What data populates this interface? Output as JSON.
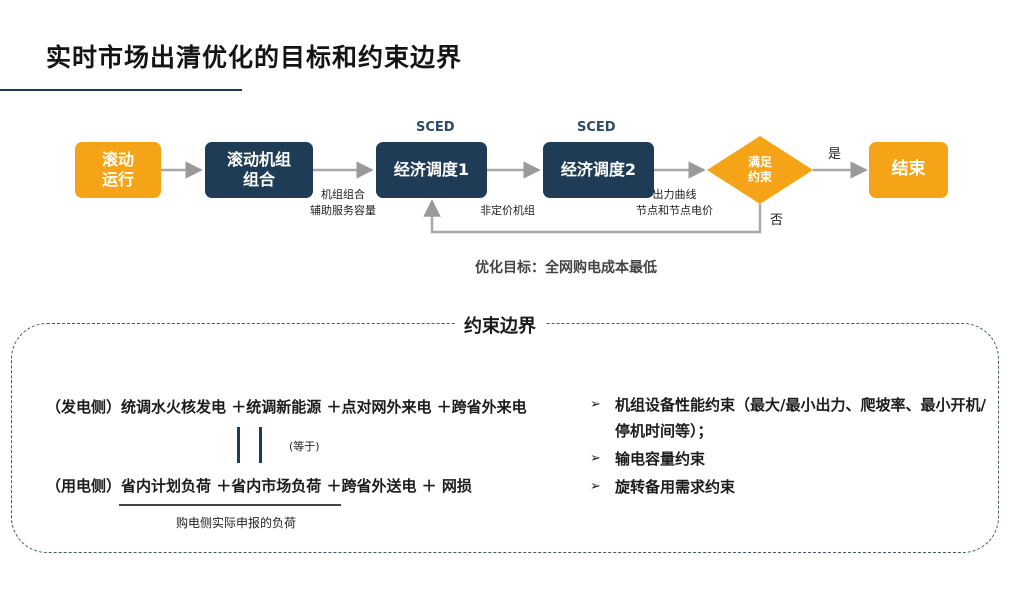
{
  "title": "实时市场出清优化的目标和约束边界",
  "flow": {
    "rolling_run": [
      "滚动",
      "运行"
    ],
    "rolling_uc": [
      "滚动机组",
      "组合"
    ],
    "sced1": "经济调度1",
    "sced2": "经济调度2",
    "sced_tag1": "SCED",
    "sced_tag2": "SCED",
    "decision": [
      "满足",
      "约束"
    ],
    "end": "结束",
    "yes": "是",
    "no": "否",
    "label_uc_output": [
      "机组组合",
      "辅助服务容量"
    ],
    "label_unfixed": "非定价机组",
    "label_output": [
      "出力曲线",
      "节点和节点电价"
    ],
    "objective": "优化目标：全网购电成本最低"
  },
  "constraints": {
    "title": "约束边界",
    "gen_side": "（发电侧）统调水火核发电 ＋统调新能源 ＋点对网外来电 ＋跨省外来电",
    "equals": "(等于)",
    "load_side": "（用电侧）省内计划负荷 ＋省内市场负荷 ＋跨省外送电 ＋ 网损",
    "load_note": "购电侧实际申报的负荷",
    "bullet_mark": "➢",
    "bullets": [
      "机组设备性能约束（最大/最小出力、爬坡率、最小开机/停机时间等）；",
      "输电容量约束",
      "旋转备用需求约束"
    ]
  }
}
